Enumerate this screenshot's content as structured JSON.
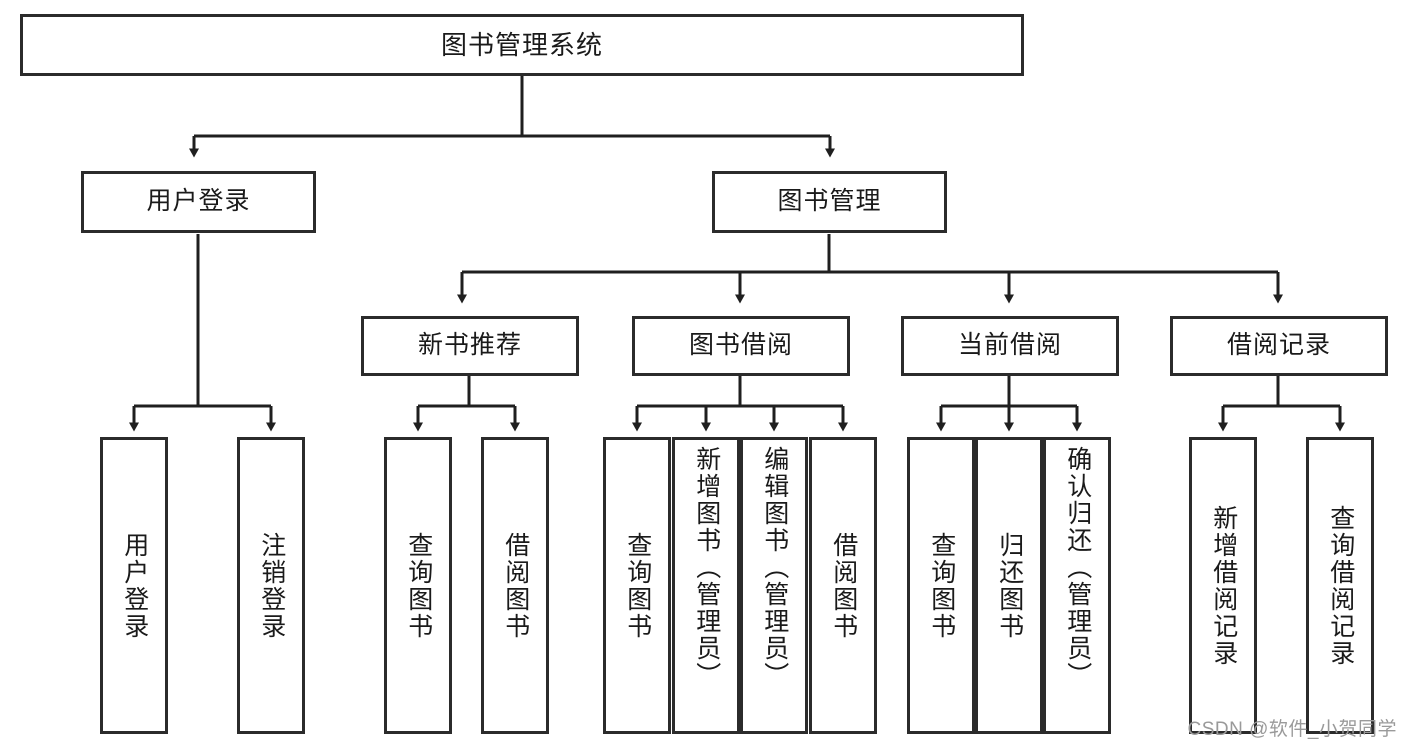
{
  "diagram": {
    "type": "tree",
    "title": "图书管理系统",
    "watermark": "CSDN @软件_小贺同学",
    "colors": {
      "box_border": "#2b2b2b",
      "box_fill": "#ffffff",
      "connector": "#1f1f1f",
      "watermark": "#9a9a9a",
      "background": "#ffffff"
    },
    "levels": {
      "root": [
        "图书管理系统"
      ],
      "level2": [
        "用户登录",
        "图书管理"
      ],
      "level3": [
        "新书推荐",
        "图书借阅",
        "当前借阅",
        "借阅记录"
      ],
      "leaves": [
        "用户登录",
        "注销登录",
        "查询图书",
        "借阅图书",
        "查询图书",
        "新增图书（管理员）",
        "编辑图书（管理员）",
        "借阅图书",
        "查询图书",
        "归还图书",
        "确认归还（管理员）",
        "新增借阅记录",
        "查询借阅记录"
      ]
    },
    "nodes": {
      "root": {
        "label": "图书管理系统"
      },
      "user_login": {
        "label": "用户登录"
      },
      "book_manage": {
        "label": "图书管理"
      },
      "new_book_rec": {
        "label": "新书推荐"
      },
      "book_borrow": {
        "label": "图书借阅"
      },
      "current_borrow": {
        "label": "当前借阅"
      },
      "borrow_record": {
        "label": "借阅记录"
      },
      "leaf_user_login": {
        "label": "用户登录"
      },
      "leaf_logout": {
        "label": "注销登录"
      },
      "leaf_query_book_1": {
        "label": "查询图书"
      },
      "leaf_borrow_book_1": {
        "label": "借阅图书"
      },
      "leaf_query_book_2": {
        "label": "查询图书"
      },
      "leaf_add_book_admin": {
        "label": "新增图书（管理员）"
      },
      "leaf_edit_book_admin": {
        "label": "编辑图书（管理员）"
      },
      "leaf_borrow_book_2": {
        "label": "借阅图书"
      },
      "leaf_query_book_3": {
        "label": "查询图书"
      },
      "leaf_return_book": {
        "label": "归还图书"
      },
      "leaf_confirm_return_admin": {
        "label": "确认归还（管理员）"
      },
      "leaf_add_borrow_record": {
        "label": "新增借阅记录"
      },
      "leaf_query_borrow_record": {
        "label": "查询借阅记录"
      }
    },
    "edges": [
      {
        "from": "图书管理系统",
        "to": "用户登录"
      },
      {
        "from": "图书管理系统",
        "to": "图书管理"
      },
      {
        "from": "用户登录",
        "to": "用户登录"
      },
      {
        "from": "用户登录",
        "to": "注销登录"
      },
      {
        "from": "图书管理",
        "to": "新书推荐"
      },
      {
        "from": "图书管理",
        "to": "图书借阅"
      },
      {
        "from": "图书管理",
        "to": "当前借阅"
      },
      {
        "from": "图书管理",
        "to": "借阅记录"
      },
      {
        "from": "新书推荐",
        "to": "查询图书"
      },
      {
        "from": "新书推荐",
        "to": "借阅图书"
      },
      {
        "from": "图书借阅",
        "to": "查询图书"
      },
      {
        "from": "图书借阅",
        "to": "新增图书（管理员）"
      },
      {
        "from": "图书借阅",
        "to": "编辑图书（管理员）"
      },
      {
        "from": "图书借阅",
        "to": "借阅图书"
      },
      {
        "from": "当前借阅",
        "to": "查询图书"
      },
      {
        "from": "当前借阅",
        "to": "归还图书"
      },
      {
        "from": "当前借阅",
        "to": "确认归还（管理员）"
      },
      {
        "from": "借阅记录",
        "to": "新增借阅记录"
      },
      {
        "from": "借阅记录",
        "to": "查询借阅记录"
      }
    ]
  }
}
